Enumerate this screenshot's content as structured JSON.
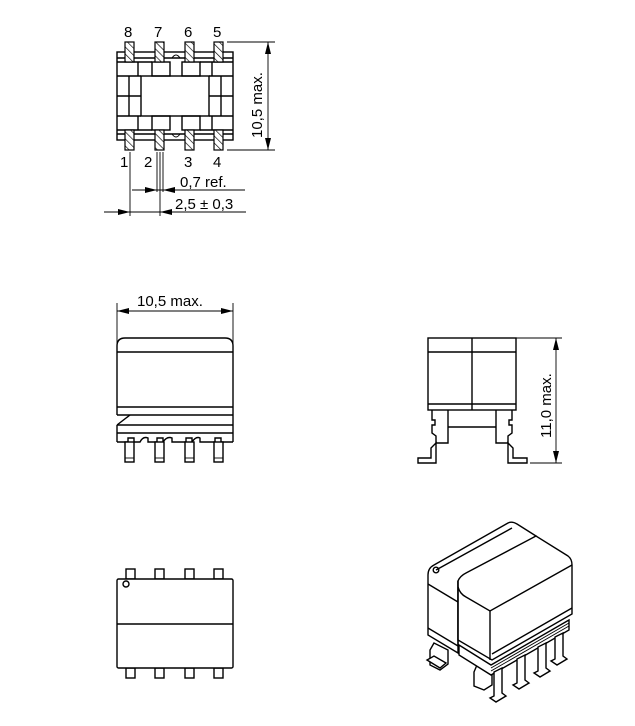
{
  "drawing": {
    "top_view": {
      "pin_labels_top": [
        "8",
        "7",
        "6",
        "5"
      ],
      "pin_labels_bottom": [
        "1",
        "2",
        "3",
        "4"
      ],
      "dim_height": "10,5  max.",
      "dim_pin_width": "0,7  ref.",
      "dim_pitch": "2,5 ± 0,3"
    },
    "front_view": {
      "dim_width": "10,5  max."
    },
    "side_view": {
      "dim_height": "11,0  max."
    },
    "bottom_view": {
      "pin1_marker": "circle"
    },
    "iso_view": {
      "pin1_marker": "circle"
    }
  }
}
